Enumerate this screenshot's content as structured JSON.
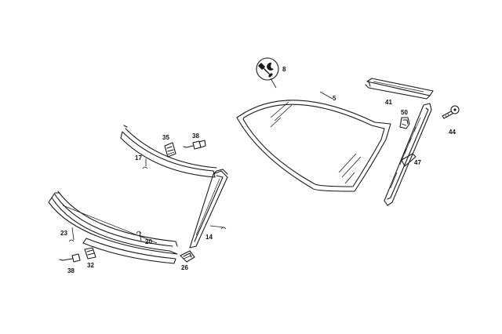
{
  "labels": {
    "p5": "5",
    "p8": "8",
    "p14": "14",
    "p17": "17",
    "p20": "20",
    "p23": "23",
    "p26": "26",
    "p32": "32",
    "p35": "35",
    "p38a": "38",
    "p38b": "38",
    "p41": "41",
    "p44": "44",
    "p47": "47",
    "p50": "50"
  }
}
